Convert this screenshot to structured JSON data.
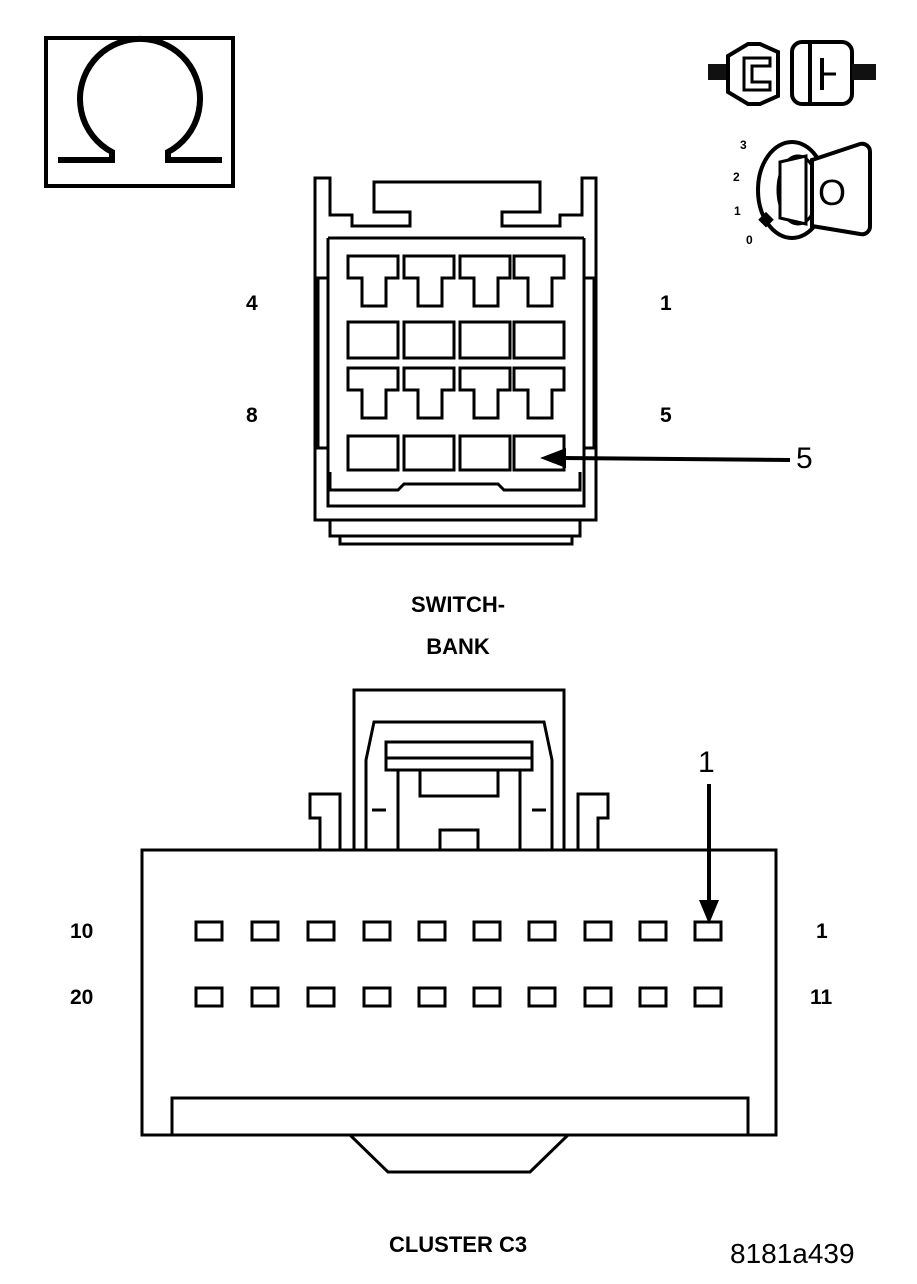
{
  "switch_bank": {
    "title_line1": "SWITCH-",
    "title_line2": "BANK",
    "pin_top_left": "4",
    "pin_top_right": "1",
    "pin_bottom_left": "8",
    "pin_bottom_right": "5",
    "callout": "5"
  },
  "cluster": {
    "title": "CLUSTER C3",
    "pin_top_left": "10",
    "pin_top_right": "1",
    "pin_bottom_left": "20",
    "pin_bottom_right": "11",
    "callout": "1"
  },
  "ignition": {
    "positions": [
      "3",
      "2",
      "1",
      "0"
    ],
    "key_label": "O"
  },
  "figure_id": "8181a439",
  "icons": [
    "ohm-meter-icon",
    "connector-disconnect-icon",
    "ignition-key-icon"
  ]
}
